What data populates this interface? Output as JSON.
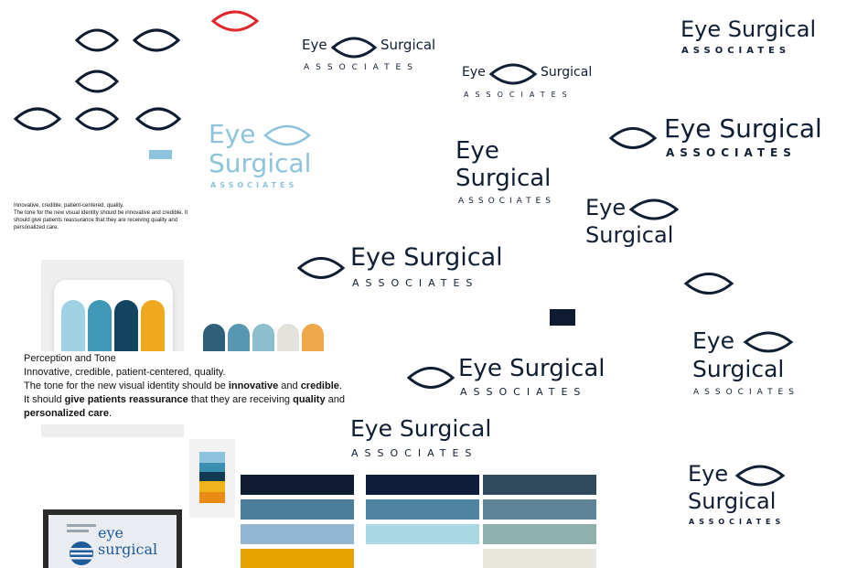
{
  "brand": {
    "word_eye": "Eye",
    "word_surgical": "Surgical",
    "word_full": "Eye Surgical",
    "word_associates": "ASSOCIATES"
  },
  "tone_small": {
    "line1": "Innovative, credible, patient-centered, quality.",
    "line2": "The tone for the new visual identity should be innovative and credible. It should give patients reassurance that they are receiving quality and personalized care."
  },
  "tone": {
    "title": "Perception and Tone",
    "subtitle": "Innovative, credible, patient-centered, quality.",
    "p_a": "The tone for the new visual identity should be ",
    "p_b": "innovative",
    "p_c": " and ",
    "p_d": "credible",
    "p_e": ". It should ",
    "p_f": "give patients reassurance",
    "p_g": " that they are receiving ",
    "p_h": "quality",
    "p_i": " and",
    "p_j": "personalized care",
    "p_k": "."
  },
  "photo_sign": {
    "line1": "eye",
    "line2": "surgical"
  },
  "colors": {
    "navy": "#0e1b30",
    "steel": "#4a7e9b",
    "sky": "#93b7d3",
    "gold": "#e7a300",
    "aqua": "#a9d8e2",
    "slate": "#2f4a5d",
    "sage": "#8fb0ab",
    "cream": "#e8e7de",
    "red": "#e0262b",
    "light_blue": "#8ec3dd"
  }
}
